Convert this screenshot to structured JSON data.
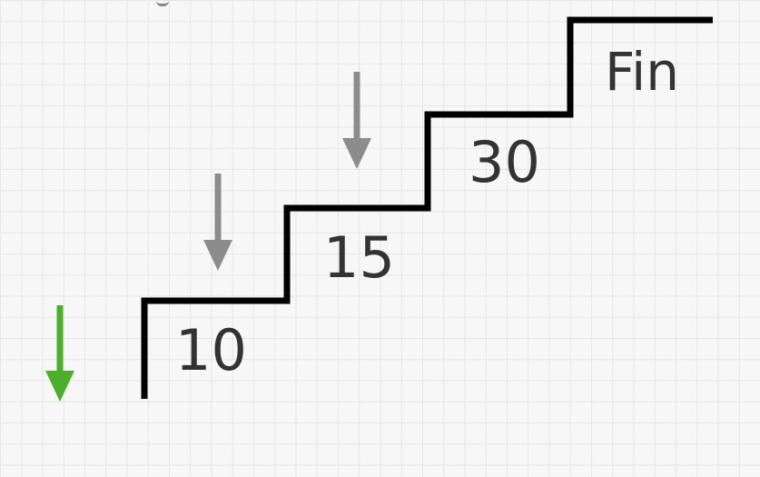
{
  "steps": [
    {
      "label": "10"
    },
    {
      "label": "15"
    },
    {
      "label": "30"
    },
    {
      "label": "Fin"
    }
  ],
  "arrows": [
    {
      "icon": "down-arrow-icon",
      "color": "#4caf2a",
      "role": "current-position"
    },
    {
      "icon": "down-arrow-icon",
      "color": "#8c8c8c",
      "role": "step-indicator"
    },
    {
      "icon": "down-arrow-icon",
      "color": "#8c8c8c",
      "role": "step-indicator"
    }
  ],
  "colors": {
    "stair_line": "#000000",
    "text": "#333333",
    "grid": "#e6e6e6",
    "background": "#f7f7f7"
  }
}
